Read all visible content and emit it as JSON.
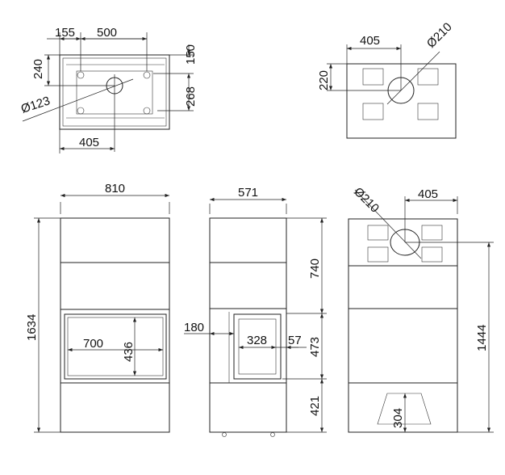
{
  "top_view_insert": {
    "dim_155": "155",
    "dim_500": "500",
    "dim_240": "240",
    "dim_150": "150",
    "dim_268": "268",
    "dim_diameter": "Ø123",
    "dim_405": "405"
  },
  "top_view_stove": {
    "dim_405": "405",
    "dim_220": "220",
    "dim_diameter": "Ø210"
  },
  "front_view": {
    "width": "810",
    "height": "1634",
    "firebox_width": "700",
    "firebox_height": "436"
  },
  "side_view": {
    "depth": "571",
    "upper": "740",
    "door": "473",
    "lower": "421",
    "offset": "180",
    "glass": "328",
    "side": "57"
  },
  "back_view": {
    "diameter": "Ø210",
    "offset": "405",
    "height": "1444",
    "lower": "304"
  }
}
